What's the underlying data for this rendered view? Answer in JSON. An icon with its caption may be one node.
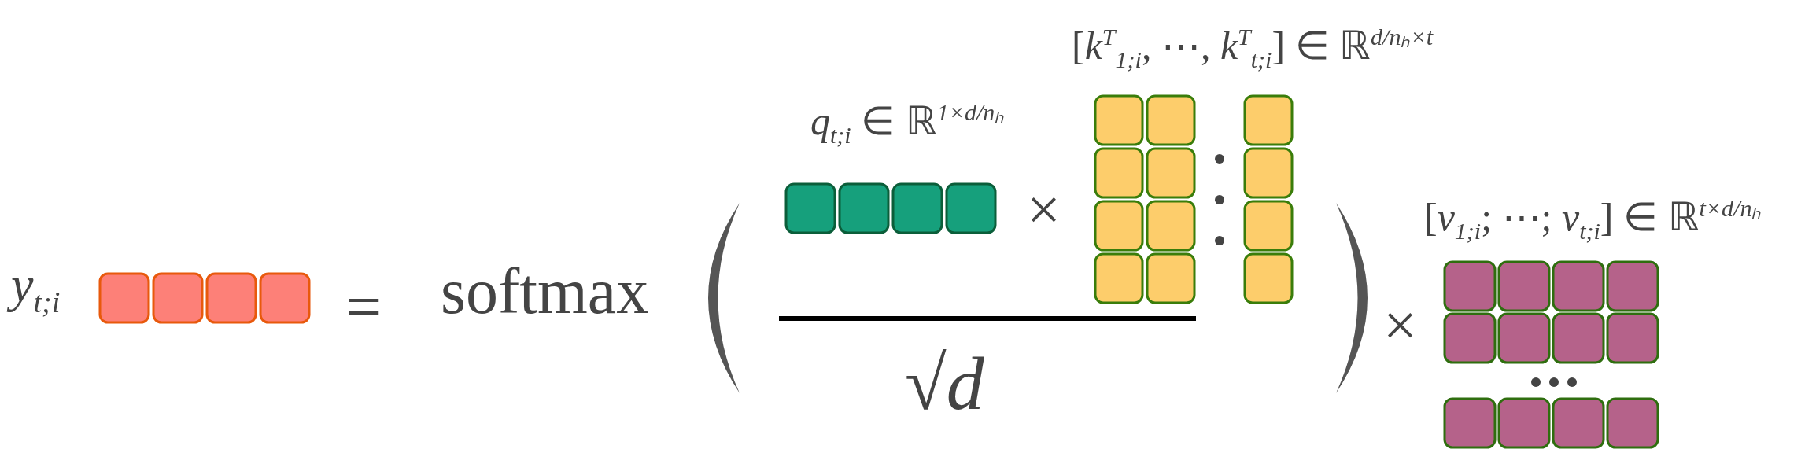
{
  "diagram": {
    "labels": [
      "y$_{t;i}$",
      "=",
      "softmax",
      "*q*$_{t;i}$ ∈ ℝ$^{1×d/nₕ}$",
      "[*k*$^{T}$$_{1;i}$, ⋯, *k*$^{T}$$_{t;i}$] ∈ ℝ$^{d/nₕ×t}$",
      "×",
      "√*d*",
      "×",
      "[*v*$_{1;i}$; ⋯; *v*$_{t;i}$] ∈ ℝ$^{t×d/nₕ}$"
    ]
  }
}
